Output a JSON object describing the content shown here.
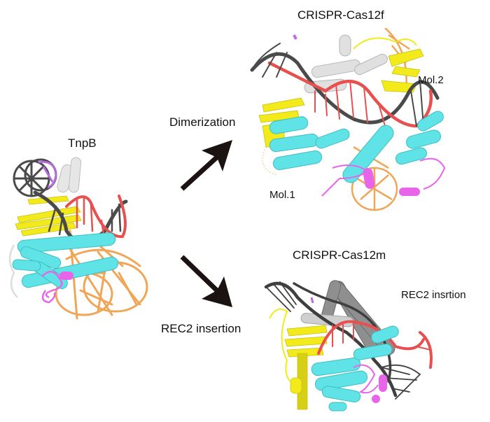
{
  "figure": {
    "source": {
      "title": "TnpB"
    },
    "transitions": [
      {
        "label": "Dimerization",
        "direction": "up-right"
      },
      {
        "label": "REC2 insertion",
        "direction": "down-right"
      }
    ],
    "targets": [
      {
        "title": "CRISPR-Cas12f",
        "annotations": [
          "Mol.1",
          "Mol.2"
        ]
      },
      {
        "title": "CRISPR-Cas12m",
        "annotations": [
          "REC2 insrtion"
        ]
      }
    ]
  },
  "colors": {
    "protein_cyan": "#5fe3e6",
    "protein_yellow": "#f2ea1a",
    "protein_magenta": "#e865ea",
    "protein_gray": "#a9a9a9",
    "protein_white": "#e9e9e9",
    "rna_orange": "#f0a656",
    "dna_red": "#e8504f",
    "dna_dark": "#4a4a4a",
    "arrow": "#1a1311",
    "text": "#111111"
  }
}
